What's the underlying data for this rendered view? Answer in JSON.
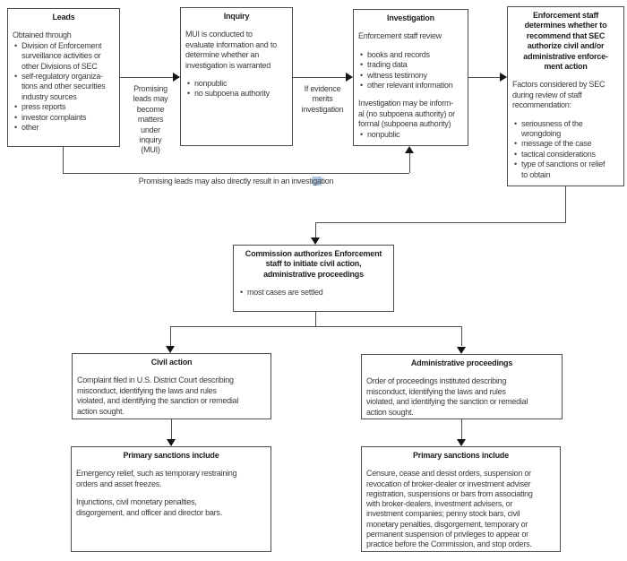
{
  "colors": {
    "border": "#4d4d4d",
    "line": "#4d4d4d",
    "arrow": "#151515",
    "text": "#3a3a3a",
    "title": "#1f1f1f",
    "highlight": "#abc8e6",
    "background": "#ffffff"
  },
  "boxes": {
    "leads": {
      "title": "Leads",
      "intro": "Obtained through",
      "bullets": [
        "Division of Enforcement\nsurveillance activities or\nother Divisions of SEC",
        "self-regulatory organiza-\ntions and other securities\nindustry sources",
        "press reports",
        "investor complaints",
        "other"
      ]
    },
    "inquiry": {
      "title": "Inquiry",
      "para": "MUI is conducted to\nevaluate information and to\ndetermine whether an\ninvestigation is warranted",
      "bullets": [
        "nonpublic",
        "no subpoena authority"
      ]
    },
    "investigation": {
      "title": "Investigation",
      "para1": "Enforcement staff review",
      "bullets": [
        "books and records",
        "trading data",
        "witness testimony",
        "other relevant information"
      ],
      "para2": "Investigation may be inform-\nal (no subpoena authority) or\nformal (subpoena authority)",
      "bullets2": [
        "nonpublic"
      ]
    },
    "enforcement": {
      "title": "Enforcement staff\ndetermines whether to\nrecommend that SEC\nauthorize civil and/or\nadministrative enforce-\nment action",
      "para": "Factors considered by SEC\nduring review of staff\nrecommendation:",
      "bullets": [
        "seriousness of the\nwrongdoing",
        "message of the case",
        "tactical considerations",
        "type of sanctions or relief\nto obtain"
      ]
    },
    "commission": {
      "title": "Commission authorizes Enforcement\nstaff to initiate civil action,\nadministrative proceedings",
      "bullets": [
        "most cases are settled"
      ]
    },
    "civil": {
      "title": "Civil action",
      "para": "Complaint filed in U.S. District Court describing\nmisconduct, identifying the laws and rules\nviolated, and identifying the sanction or remedial\naction sought."
    },
    "admin": {
      "title": "Administrative proceedings",
      "para": "Order of proceedings instituted describing\nmisconduct, identifying the laws and rules\nviolated, and identifying the sanction or remedial\naction sought."
    },
    "sanctions_left": {
      "title": "Primary sanctions include",
      "para1": "Emergency relief, such as temporary restraining\norders and asset freezes.",
      "para2": "Injunctions, civil monetary penalties,\ndisgorgement, and officer and director bars."
    },
    "sanctions_right": {
      "title": "Primary sanctions include",
      "para": "Censure, cease and desist orders, suspension or\nrevocation of broker-dealer or investment adviser\nregistration, suspensions or bars from associating\nwith broker-dealers, investment advisers, or\ninvestment companies; penny stock bars, civil\nmonetary penalties, disgorgement, temporary or\npermanent suspension of privileges to appear or\npractice before the Commission, and stop orders."
    }
  },
  "labels": {
    "mui": "Promising\nleads may\nbecome\nmatters\nunder\ninquiry\n(MUI)",
    "evidence": "If evidence\nmerits\ninvestigation",
    "bypass": {
      "pre": "Promising leads may also directly result in an investi",
      "highlight": "ga",
      "post": "tion"
    }
  }
}
